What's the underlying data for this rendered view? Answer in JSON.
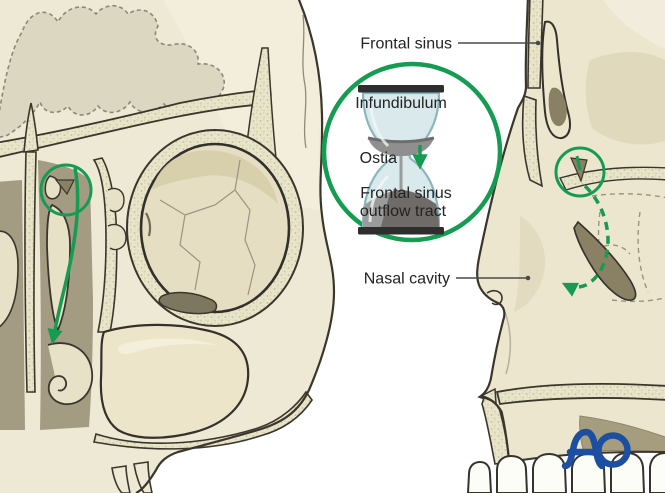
{
  "illustration": {
    "description": "Frontal sinus drainage anatomy, coronal and sagittal views",
    "labels": {
      "frontal_sinus": "Frontal sinus",
      "nasal_cavity": "Nasal cavity"
    },
    "inset": {
      "label_infundibulum": "Infundibulum",
      "label_ostia": "Ostia",
      "label_outflow_line1": "Frontal sinus",
      "label_outflow_line2": "outflow tract"
    },
    "logo": "AO",
    "icons": [
      "hourglass-icon",
      "down-arrow-icon",
      "flow-arrow-icon",
      "dashed-flow-arrow-icon",
      "highlight-circle-icon"
    ],
    "colors": {
      "background": "#ffffff",
      "accent_green": "#169b52",
      "logo_blue": "#1d4fa0",
      "bone_cream": "#eee9d4",
      "bone_cream_light": "#f3efdd",
      "frontal_sinus_shadow": "#dcd7c1",
      "bone_stipple_dot": "#c9c49e",
      "cavity_olive": "#a49c82",
      "dark_olive": "#8a8164",
      "outline_dark": "#3a362c",
      "label_text": "#232323",
      "leader_line": "#4a4a4a",
      "hourglass_glass": "#d9e9ec",
      "hourglass_glass_edge": "#8ab6be",
      "hourglass_sand_dark": "#6f6b68",
      "hourglass_sand_mid": "#8f8f8f",
      "hourglass_cap": "#2e2e2e"
    }
  }
}
